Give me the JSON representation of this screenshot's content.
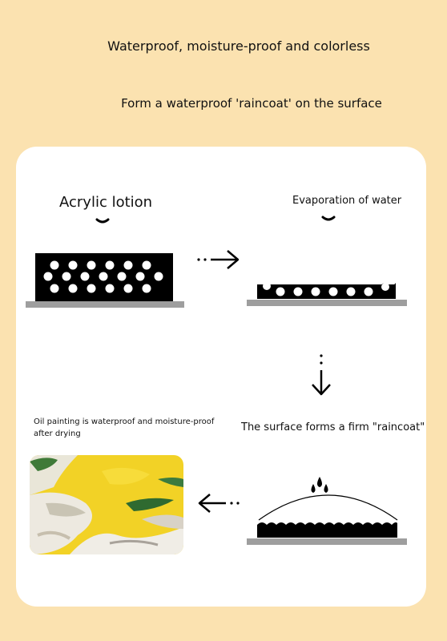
{
  "header": {
    "line1": "Waterproof, moisture-proof and colorless",
    "line2": "Form a waterproof 'raincoat' on the surface"
  },
  "steps": {
    "acrylic_lotion": "Acrylic lotion",
    "evaporation": "Evaporation of water",
    "surface_forms": "The surface forms a firm \"raincoat\"",
    "oil_painting_line1": "Oil painting is waterproof and moisture-proof",
    "oil_painting_line2": "after drying"
  },
  "colors": {
    "background": "#fbe2b0",
    "panel": "#ffffff",
    "block": "#000000",
    "base": "#9e9e9e",
    "painting_yellow": "#f2d226"
  },
  "icons": [
    "chevron-down-icon",
    "dotted-arrow-right-icon",
    "dotted-arrow-down-icon",
    "dotted-arrow-left-icon",
    "water-drops-icon"
  ]
}
